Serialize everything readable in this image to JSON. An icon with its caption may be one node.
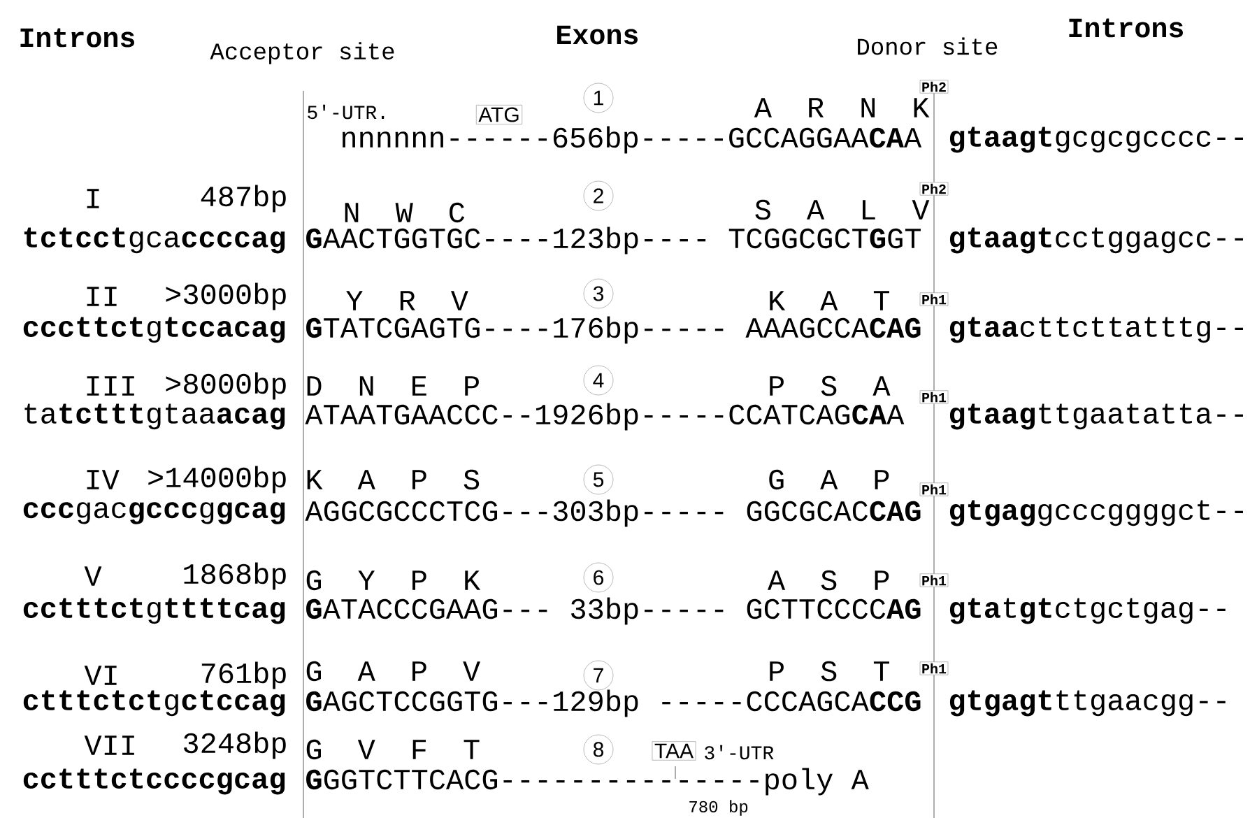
{
  "diagram": {
    "nodes": [
      {
        "text": [
          "ATG"
        ]
      },
      {
        "text": [
          "1"
        ]
      },
      {
        "text": [
          "Ph2"
        ]
      },
      {
        "text": [
          "2"
        ]
      },
      {
        "text": [
          "Ph2"
        ]
      },
      {
        "text": [
          "3"
        ]
      },
      {
        "text": [
          "Ph1"
        ]
      },
      {
        "text": [
          "4"
        ]
      },
      {
        "text": [
          "Ph1"
        ]
      },
      {
        "text": [
          "5"
        ]
      },
      {
        "text": [
          "Ph1"
        ]
      },
      {
        "text": [
          "6"
        ]
      },
      {
        "text": [
          "Ph1"
        ]
      },
      {
        "text": [
          "7"
        ]
      },
      {
        "text": [
          "Ph1"
        ]
      },
      {
        "text": [
          "8"
        ]
      },
      {
        "text": [
          "TAA"
        ]
      }
    ],
    "labels": [
      "Introns",
      "Acceptor site",
      "Exons",
      "Donor site",
      "Introns",
      "5′-UTR.",
      "A R N K",
      "nnnnnn------656bp-----GCCAGGAA**CA**A",
      "**gtaagt**gcgcgcccc--",
      "I",
      "487bp",
      "N W C",
      "S A L V",
      "**tctcct**gca**ccccag**",
      "**G**AACTGGTGC----123bp---- TCGGCGCT**G**GT",
      "**gtaagt**cctggagcc--",
      "II",
      ">3000bp",
      "Y R V",
      "K A T",
      "**cccttct**g**tccacag**",
      "**G**TATCGAGTG----176bp----- AAAGCCA**CAG**",
      "**gtaa**cttcttatttg--",
      "III",
      ">8000bp",
      "D N E P",
      "P S A",
      "ta**tcttt**gtaa**acag**",
      "ATAATGAACCC--1926bp-----CCATCAG**CA**A",
      "**gtaag**ttgaatatta--",
      "IV",
      ">14000bp",
      "K A P S",
      "G A P",
      "**ccc**gac**gccc**g**gcag**",
      "AGGCGCCCTCG---303bp----- GGCGCAC**CAG**",
      "**gtgag**gcccggggct--",
      "V",
      "1868bp",
      "G Y P K",
      "A S P",
      "**cctttct**g**ttttcag**",
      "**G**ATACCCGAAG--- 33bp----- GCTTCCCC**AG**",
      "**gta**t**gt**ctgctgag--",
      "VI",
      "761bp",
      "G A P V",
      "P S T",
      "**ctttctct**g**ctccag**",
      "**G**AGCTCCGGTG---129bp -----CCCAGCA**CCG**",
      "**gtgagt**ttgaacgg--",
      "VII",
      "3248bp",
      "G V F T",
      "**cctttctccccgcag**",
      "**G**GGTCTTCACG---------------poly A",
      "3′-UTR",
      "780 bp"
    ]
  }
}
